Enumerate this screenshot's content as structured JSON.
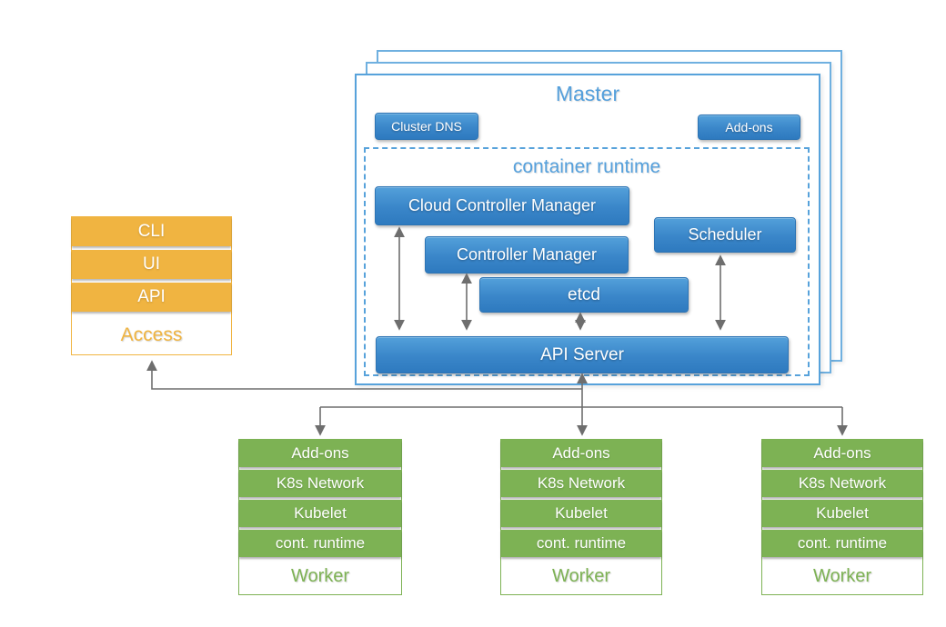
{
  "diagram": {
    "master": {
      "title": "Master",
      "cluster_dns_label": "Cluster DNS",
      "addons_label": "Add-ons",
      "container_runtime_title": "container runtime",
      "cloud_controller_manager_label": "Cloud Controller Manager",
      "controller_manager_label": "Controller Manager",
      "scheduler_label": "Scheduler",
      "etcd_label": "etcd",
      "api_server_label": "API Server"
    },
    "access": {
      "rows": [
        "CLI",
        "UI",
        "API"
      ],
      "title": "Access"
    },
    "workers": [
      {
        "rows": [
          "Add-ons",
          "K8s Network",
          "Kubelet",
          "cont. runtime"
        ],
        "title": "Worker"
      },
      {
        "rows": [
          "Add-ons",
          "K8s Network",
          "Kubelet",
          "cont. runtime"
        ],
        "title": "Worker"
      },
      {
        "rows": [
          "Add-ons",
          "K8s Network",
          "Kubelet",
          "cont. runtime"
        ],
        "title": "Worker"
      }
    ],
    "colors": {
      "blue_button": "#3a86c9",
      "blue_outline": "#57a2db",
      "orange": "#f0b441",
      "green": "#7db254",
      "connector_gray": "#6e6e6e"
    }
  }
}
